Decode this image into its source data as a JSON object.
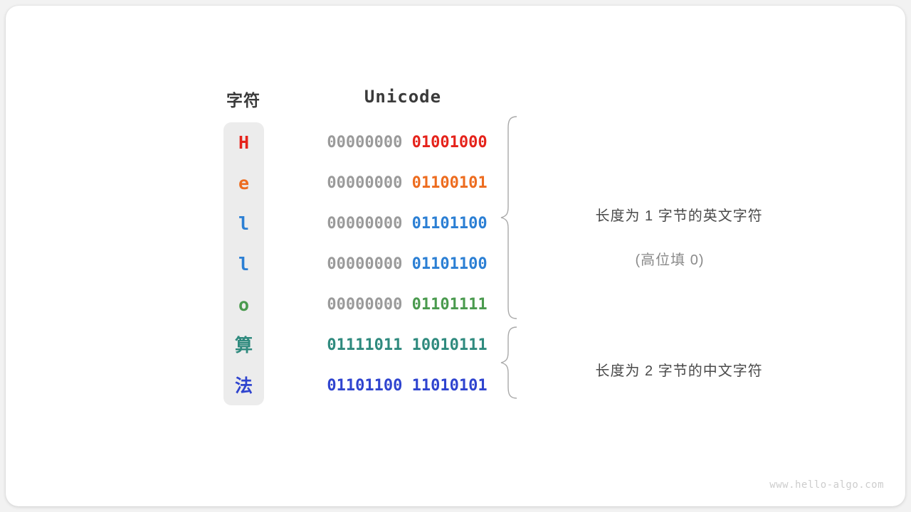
{
  "headers": {
    "character": "字符",
    "unicode": "Unicode"
  },
  "colors": {
    "background": "#f2f2f2",
    "card": "#ffffff",
    "char_column": "#ececec",
    "padding_bits": "#9a9a9a",
    "brace": "#a9a9a9",
    "note_text": "#4a4a4a",
    "note_sub_text": "#8a8a8a",
    "watermark": "#cdcdcd",
    "red": "#e5231b",
    "orange": "#ed6c1f",
    "blue": "#2b7fd4",
    "green": "#4a9a4e",
    "teal": "#2f8a7e",
    "indigo": "#2f44cf"
  },
  "rows": [
    {
      "char": "H",
      "script": "latin",
      "color": "#e5231b",
      "high_byte": "00000000",
      "low_byte": "01001000",
      "padded": true
    },
    {
      "char": "e",
      "script": "latin",
      "color": "#ed6c1f",
      "high_byte": "00000000",
      "low_byte": "01100101",
      "padded": true
    },
    {
      "char": "l",
      "script": "latin",
      "color": "#2b7fd4",
      "high_byte": "00000000",
      "low_byte": "01101100",
      "padded": true
    },
    {
      "char": "l",
      "script": "latin",
      "color": "#2b7fd4",
      "high_byte": "00000000",
      "low_byte": "01101100",
      "padded": true
    },
    {
      "char": "o",
      "script": "latin",
      "color": "#4a9a4e",
      "high_byte": "00000000",
      "low_byte": "01101111",
      "padded": true
    },
    {
      "char": "算",
      "script": "cjk",
      "color": "#2f8a7e",
      "high_byte": "01111011",
      "low_byte": "10010111",
      "padded": false
    },
    {
      "char": "法",
      "script": "cjk",
      "color": "#2f44cf",
      "high_byte": "01101100",
      "low_byte": "11010101",
      "padded": false
    }
  ],
  "annotations": [
    {
      "text": "长度为 1 字节的英文字符",
      "subtext": "(高位填 0)",
      "covers_rows": [
        0,
        1,
        2,
        3,
        4
      ]
    },
    {
      "text": "长度为 2 字节的中文字符",
      "subtext": "",
      "covers_rows": [
        5,
        6
      ]
    }
  ],
  "watermark": "www.hello-algo.com"
}
